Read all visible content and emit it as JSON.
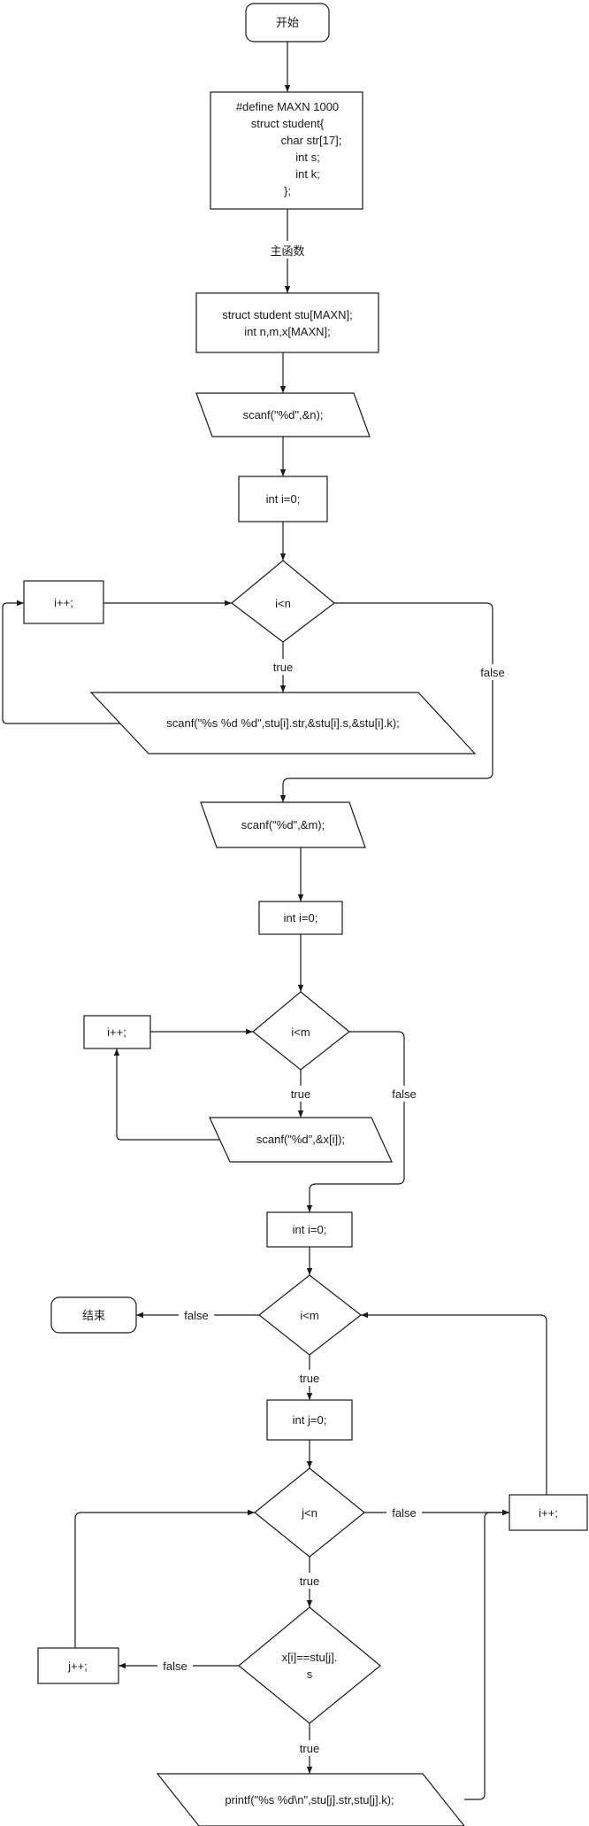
{
  "nodes": {
    "start": "开始",
    "define": [
      "#define MAXN 1000",
      "struct student{",
      "char str[17];",
      "int s;",
      "int k;",
      "};"
    ],
    "main_label": "主函数",
    "decl": [
      "struct student stu[MAXN];",
      "int n,m,x[MAXN];"
    ],
    "scan_n": "scanf(\"%d\",&n);",
    "init_i1": "int i=0;",
    "cond_n": "i<n",
    "inc_i1": "i++;",
    "scan_stu": "scanf(\"%s %d %d\",stu[i].str,&stu[i].s,&stu[i].k);",
    "scan_m": "scanf(\"%d\",&m);",
    "init_i2": "int i=0;",
    "cond_m1": "i<m",
    "inc_i2": "i++;",
    "scan_x": "scanf(\"%d\",&x[i]);",
    "init_i3": "int i=0;",
    "cond_m2": "i<m",
    "end": "结束",
    "init_j": "int j=0;",
    "cond_j": "j<n",
    "inc_i3": "i++;",
    "cond_eq": [
      "x[i]==stu[j].",
      "s"
    ],
    "inc_j": "j++;",
    "print": "printf(\"%s %d\\n\",stu[j].str,stu[j].k);"
  },
  "edges": {
    "true": "true",
    "false": "false"
  }
}
